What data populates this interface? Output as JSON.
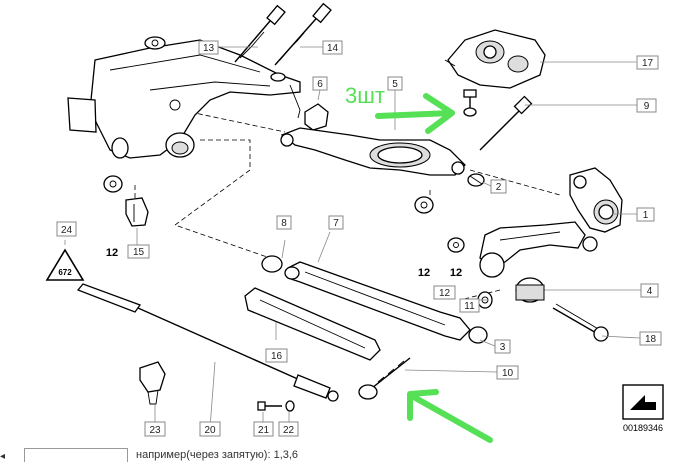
{
  "diagram": {
    "callouts": [
      "1",
      "2",
      "3",
      "4",
      "5",
      "6",
      "7",
      "8",
      "9",
      "10",
      "11",
      "12",
      "13",
      "14",
      "15",
      "16",
      "17",
      "18",
      "20",
      "21",
      "22",
      "23",
      "24"
    ],
    "qty_labels": [
      "12",
      "12",
      "12",
      "12"
    ],
    "annotation": "3шт",
    "warning_label": "672",
    "doc_number": "00189346"
  },
  "footer": {
    "nav_symbol": "◂",
    "input_value": "",
    "hint": "например(через запятую): 1,3,6"
  },
  "colors": {
    "annotation_green": "#55e055",
    "line": "#000000",
    "box_border": "#888888"
  }
}
